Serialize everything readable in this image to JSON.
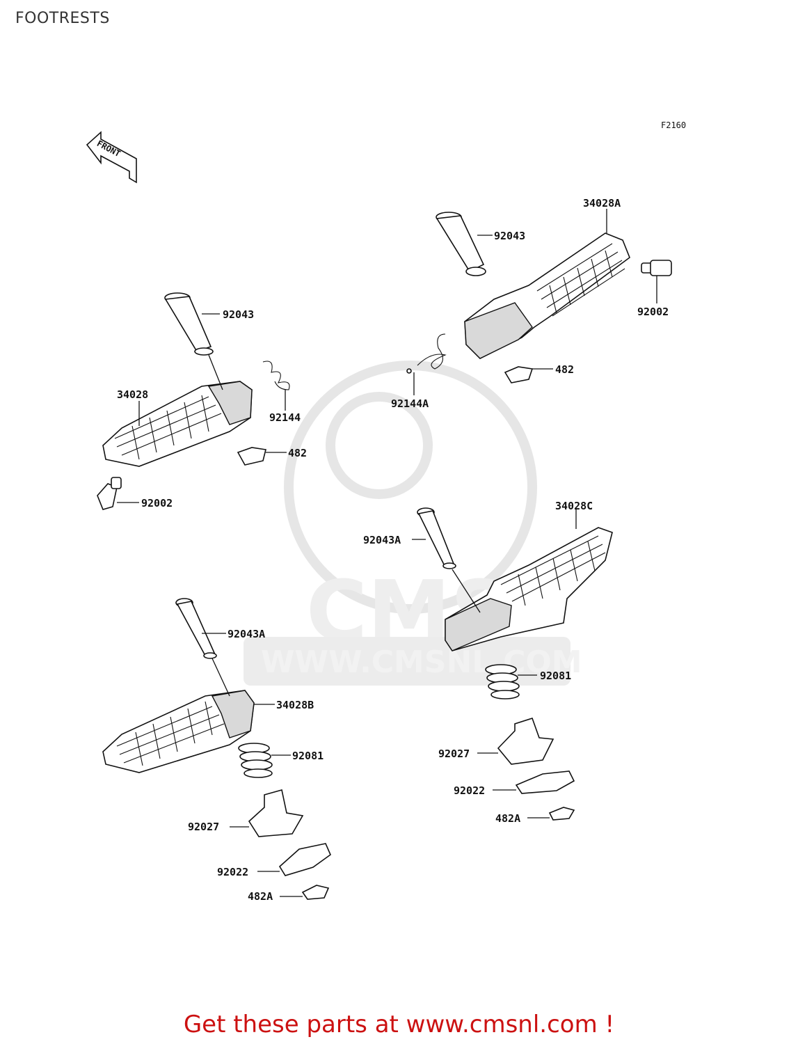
{
  "page_title": "FOOTRESTS",
  "figure_code": "F2160",
  "front_arrow_text": "FRONT",
  "watermark": {
    "url_text": "WWW.CMSNL.COM",
    "logo_text": "CMS"
  },
  "labels": {
    "l_34028A": "34028A",
    "l_92043_r": "92043",
    "l_92002_r": "92002",
    "l_482_r": "482",
    "l_92144A": "92144A",
    "l_92043_l": "92043",
    "l_34028": "34028",
    "l_92144": "92144",
    "l_482_l": "482",
    "l_92002_l": "92002",
    "l_34028C": "34028C",
    "l_92043A_r": "92043A",
    "l_92043A_l": "92043A",
    "l_34028B": "34028B",
    "l_92081_r": "92081",
    "l_92081_l": "92081",
    "l_92027_r": "92027",
    "l_92022_r": "92022",
    "l_482A_r": "482A",
    "l_92027_l": "92027",
    "l_92022_l": "92022",
    "l_482A_l": "482A"
  },
  "footer_text": "Get these parts at www.cmsnl.com !",
  "colors": {
    "footer": "#cc1111",
    "ink": "#111111",
    "watermark": "#e6e6e6"
  }
}
